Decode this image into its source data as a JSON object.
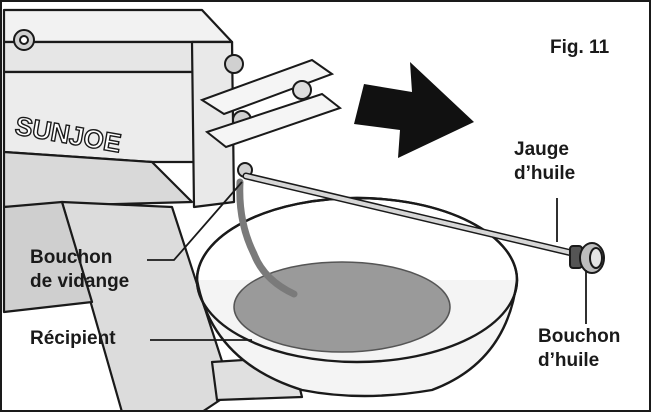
{
  "figure": {
    "label": "Fig. 11",
    "brand": "SUNJOE",
    "callouts": {
      "dipstick": [
        "Jauge",
        "d’huile"
      ],
      "drain_plug": [
        "Bouchon",
        "de vidange"
      ],
      "container": "Récipient",
      "oil_cap": [
        "Bouchon",
        "d’huile"
      ]
    },
    "arrow_direction": "right"
  }
}
